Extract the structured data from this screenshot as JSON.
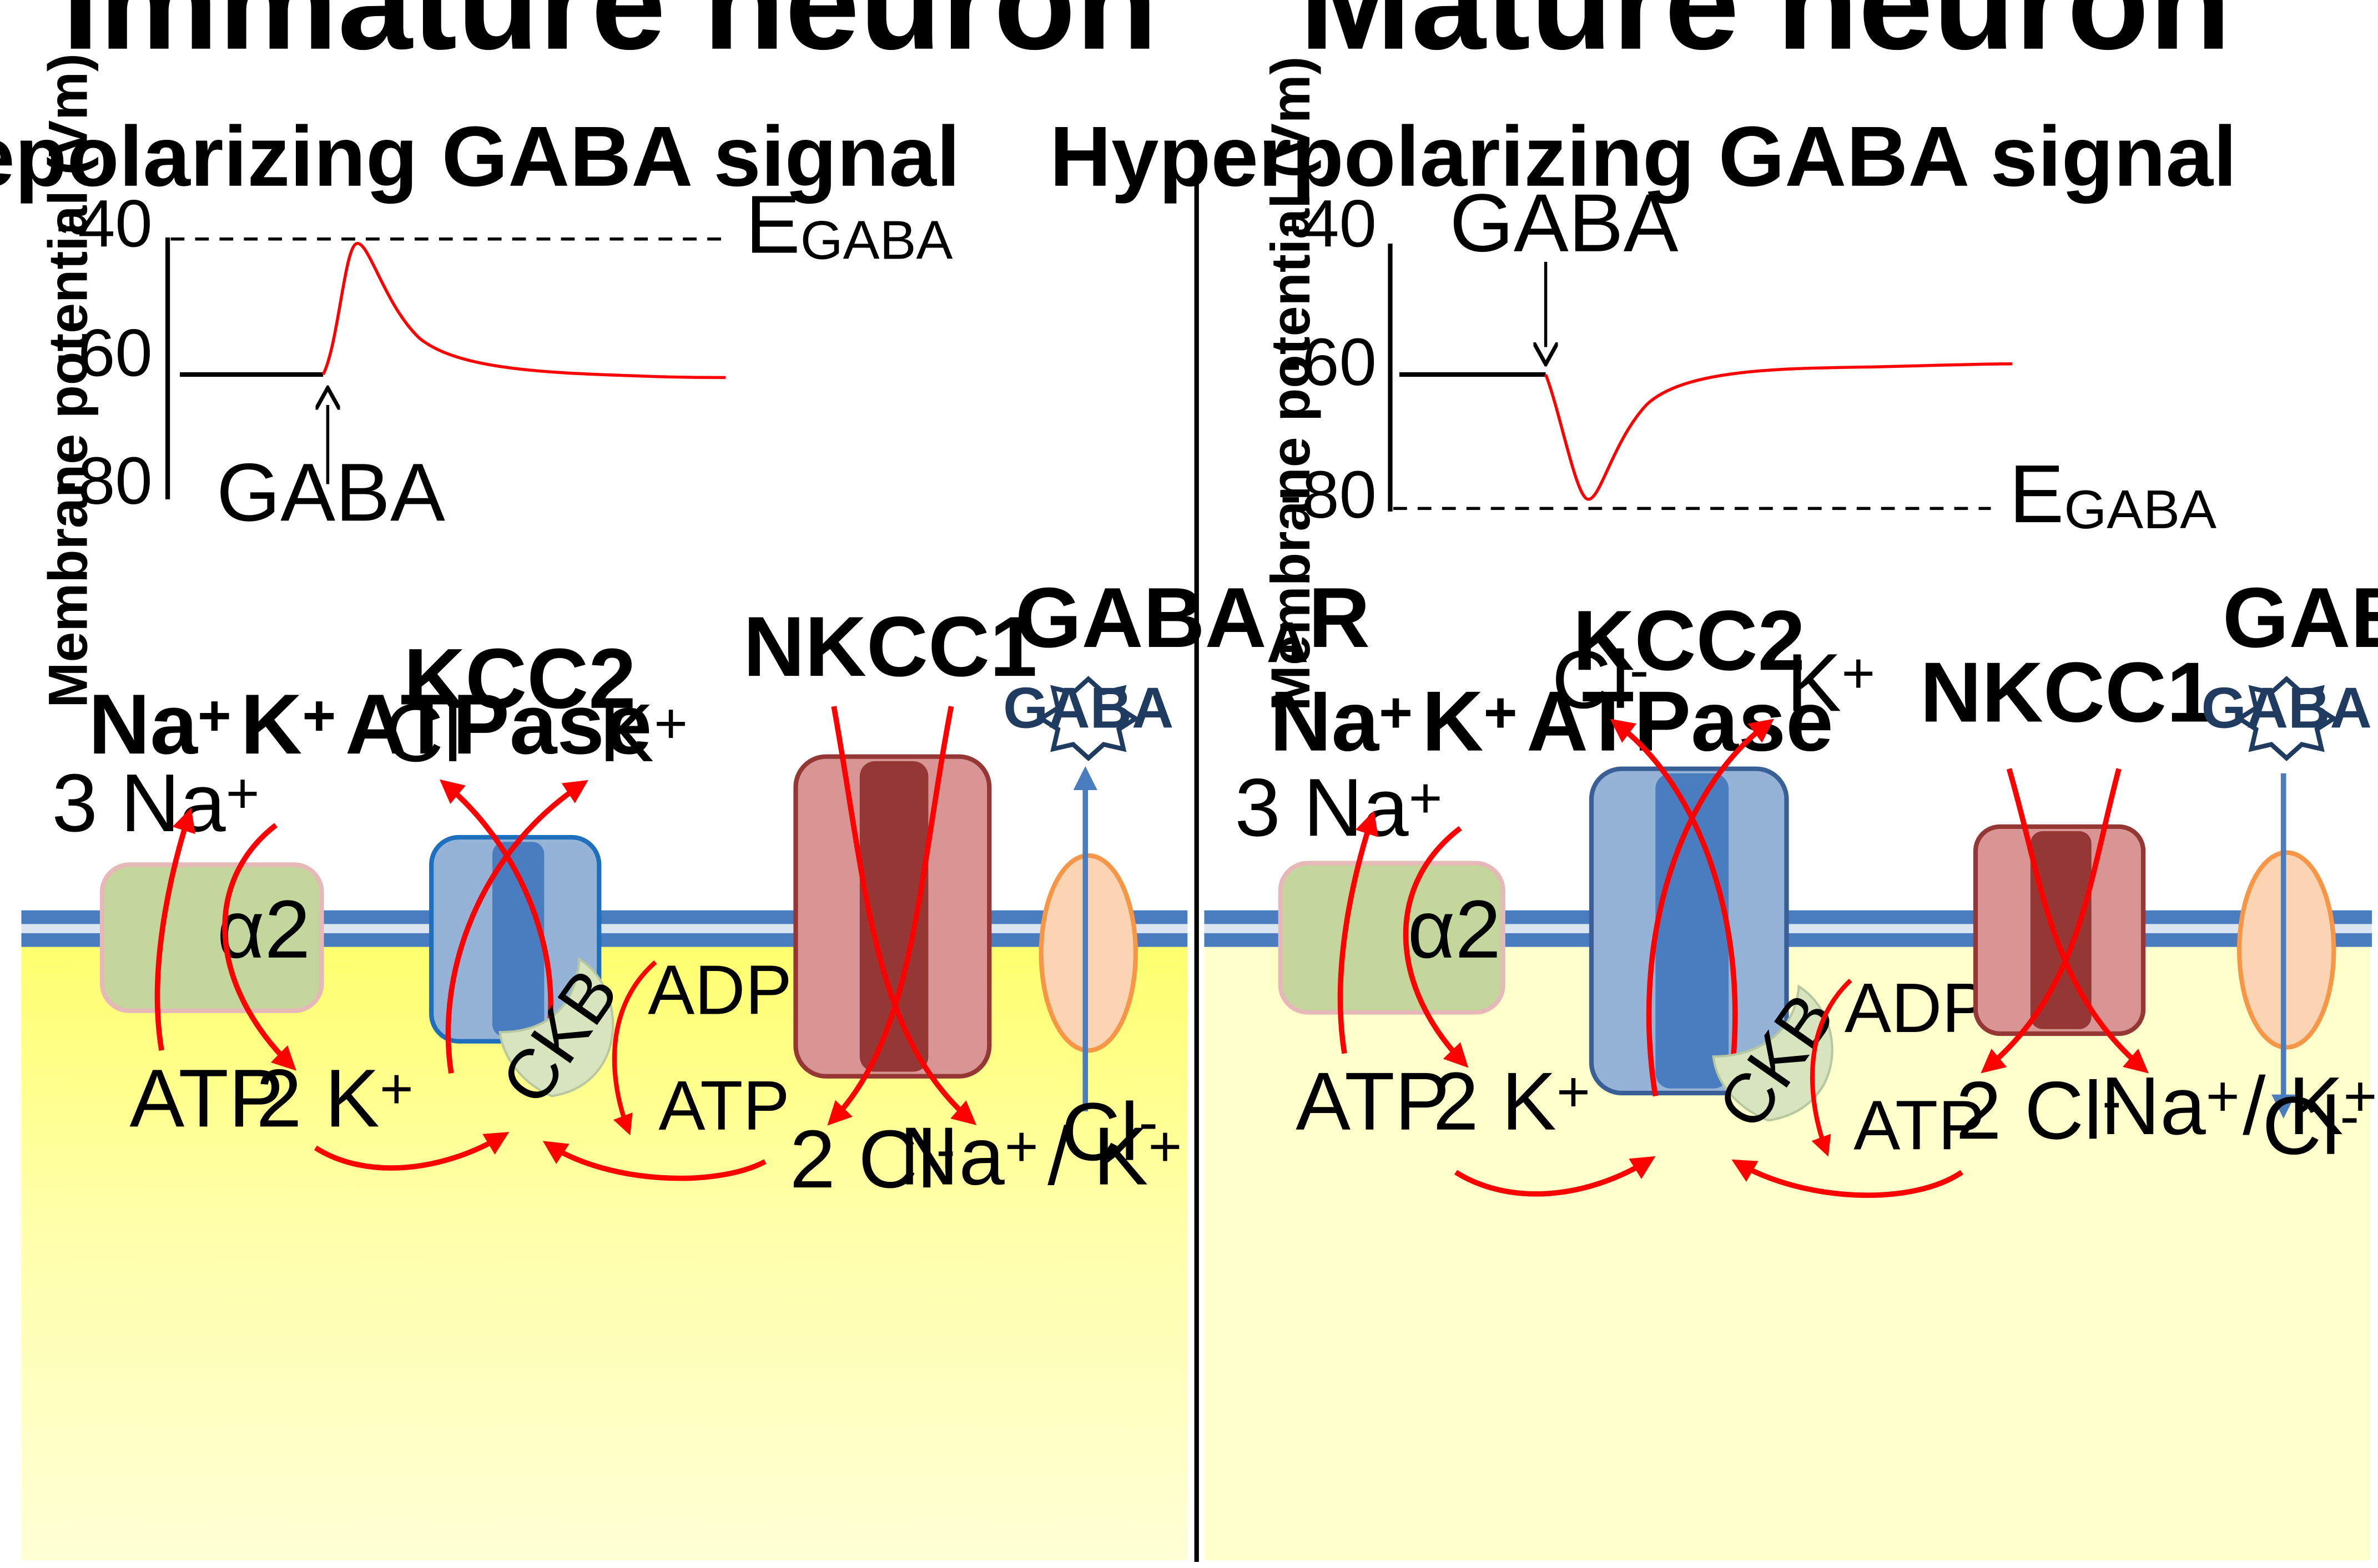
{
  "panels": [
    {
      "key": "left",
      "title": "Immature neuron",
      "graph": {
        "title": "Depolarizing GABA signal",
        "ylabel": "Membrane potential (Vm)",
        "ticks": [
          "-40",
          "-60",
          "-80"
        ],
        "e_label": "E",
        "e_sub": "GABA",
        "gaba_label": "GABA"
      },
      "labels": {
        "na_k_atpase": "Na",
        "na_k_atpase_k": "K",
        "na_k_atpase_tail": "ATPase",
        "three_na": "3 Na",
        "alpha2": "α2",
        "atp_left": "ATP",
        "two_k": "2 K",
        "kcc2": "KCC2",
        "cl_out": "Cl",
        "k_out": "K",
        "ckb": "CKB",
        "adp_pi": "ADP + Pi",
        "atp_right": "ATP",
        "nkcc1": "NKCC1",
        "two_cl": "2 Cl",
        "na_k_in": "Na",
        "na_k_in_k": "/ K",
        "gabaar": "GABA",
        "gabaar_sub": "A",
        "gabaar_tail": "R",
        "gaba_star": "GABA",
        "cl_gaba": "Cl"
      }
    },
    {
      "key": "right",
      "title": "Mature neuron",
      "graph": {
        "title": "Hyperpolarizing GABA signal",
        "ylabel": "Membrane potential (Vm)",
        "ticks": [
          "-40",
          "-60",
          "-80"
        ],
        "e_label": "E",
        "e_sub": "GABA",
        "gaba_label": "GABA"
      },
      "labels": {
        "na_k_atpase": "Na",
        "na_k_atpase_k": "K",
        "na_k_atpase_tail": "ATPase",
        "three_na": "3 Na",
        "alpha2": "α2",
        "atp_left": "ATP",
        "two_k": "2 K",
        "kcc2": "KCC2",
        "cl_out": "Cl",
        "k_out": "K",
        "ckb": "CKB",
        "adp_pi": "ADP + Pi",
        "atp_right": "ATP",
        "nkcc1": "NKCC1",
        "two_cl": "2 Cl",
        "na_k_in": "Na",
        "na_k_in_k": "/ K",
        "gabaar": "GABA",
        "gabaar_sub": "A",
        "gabaar_tail": "R",
        "gaba_star": "GABA",
        "cl_gaba": "Cl"
      }
    }
  ],
  "superscripts": {
    "plus": "+",
    "minus": "-"
  },
  "colors": {
    "membrane_blue": "#4a7cc0",
    "cytoplasm_immature": "#ffff80",
    "cytoplasm_mature": "#ffffcc",
    "atpase_fill": "#c3d69b",
    "kcc2_fill": "#95b3d7",
    "nkcc1_fill": "#d99594",
    "nkcc1_core": "#953735",
    "gabaar_fill": "#fbd4b4",
    "ckb_fill": "#d7e4bd",
    "arrow_red": "#ff0000",
    "trace_red": "#ff0000"
  }
}
